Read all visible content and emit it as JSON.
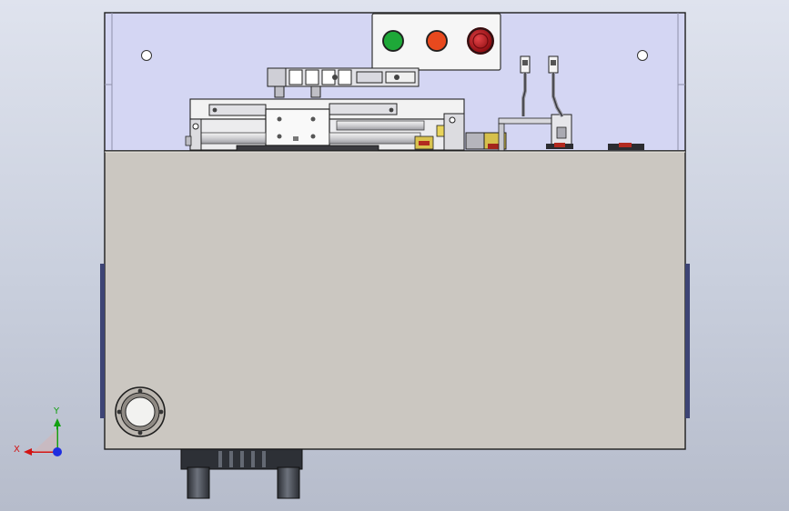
{
  "viewport": {
    "background_top": "#dfe3ee",
    "background_bottom": "#b6bccb"
  },
  "control_panel": {
    "buttons": [
      {
        "name": "start-button",
        "color": "#1ea838"
      },
      {
        "name": "stop-button",
        "color": "#e8491e"
      },
      {
        "name": "emergency-stop-button",
        "color": "#c4161c"
      }
    ]
  },
  "colors": {
    "upper_panel": "#d4d6f3",
    "lower_cabinet": "#cbc7c1",
    "outline": "#1d1d1d",
    "axis_x": "#d21414",
    "axis_y": "#12a012",
    "axis_z": "#1e2ee0"
  },
  "triad": {
    "x_label": "X",
    "y_label": "Y"
  }
}
